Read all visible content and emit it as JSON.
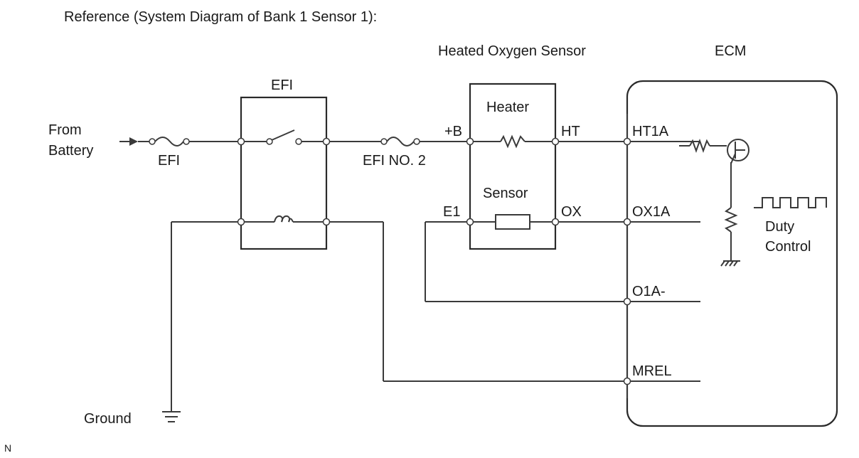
{
  "title": "Reference (System Diagram of Bank 1 Sensor 1):",
  "source_label": "From\nBattery",
  "fuse_efi_label": "EFI",
  "relay_label": "EFI",
  "fuse_efi2_label": "EFI NO. 2",
  "sensor_title": "Heated Oxygen Sensor",
  "heater_label": "Heater",
  "sensor_label": "Sensor",
  "pin_plus_b": "+B",
  "pin_ht": "HT",
  "pin_e1": "E1",
  "pin_ox": "OX",
  "ecm_title": "ECM",
  "ecm_pin_ht1a": "HT1A",
  "ecm_pin_ox1a": "OX1A",
  "ecm_pin_o1a": "O1A-",
  "ecm_pin_mrel": "MREL",
  "duty_label": "Duty\nControl",
  "ground_label": "Ground",
  "corner_mark": "N"
}
